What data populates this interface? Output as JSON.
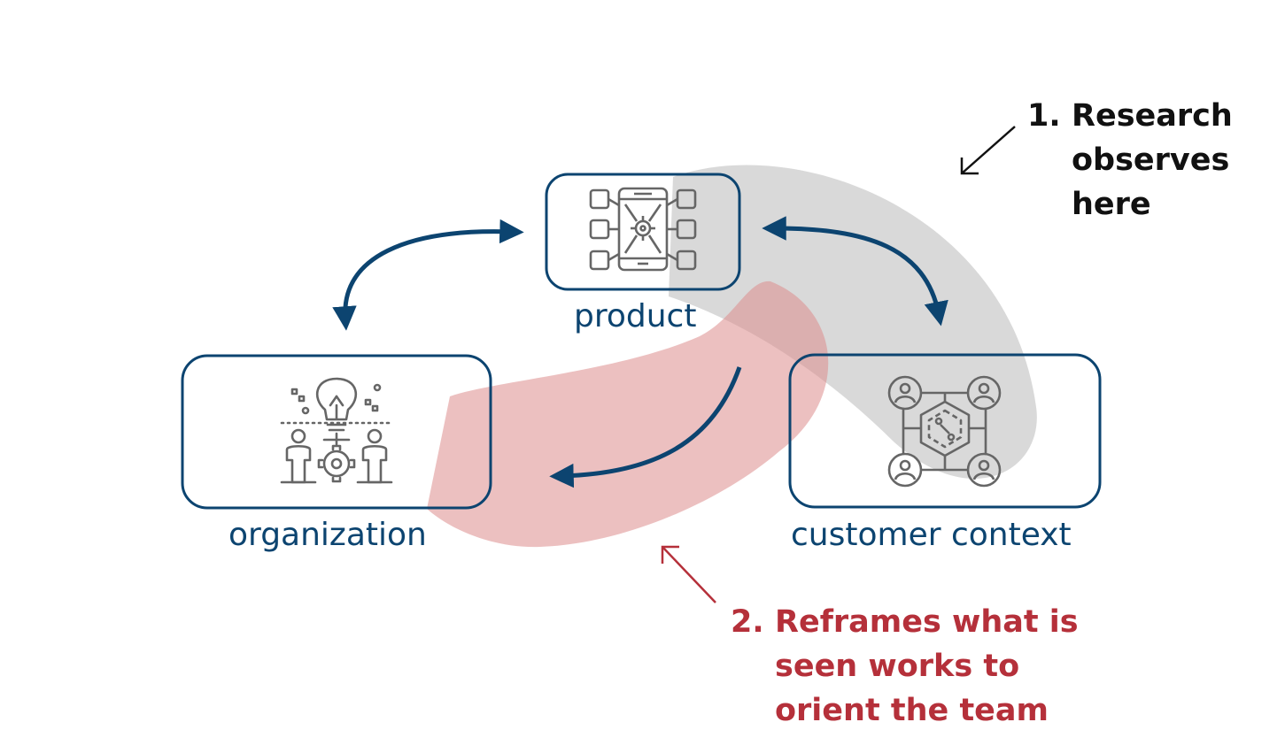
{
  "nodes": {
    "product": {
      "label": "product"
    },
    "organization": {
      "label": "organization"
    },
    "customer": {
      "label": "customer context"
    }
  },
  "callouts": {
    "research": {
      "number": "1.",
      "lines": [
        "Research",
        "observes",
        "here"
      ]
    },
    "reframes": {
      "number": "2.",
      "lines": [
        "Reframes what is",
        "seen works to",
        "orient the team"
      ]
    }
  },
  "colors": {
    "node_border": "#0c4470",
    "arrow": "#0c4470",
    "icon": "#666666",
    "research_band": "#d2d2d2",
    "reframe_band": "#dc8c8c",
    "research_text": "#111111",
    "reframe_text": "#b5303a"
  },
  "icons": {
    "product": "mobile-app-network-icon",
    "organization": "team-idea-gear-icon",
    "customer": "connected-people-hexagon-icon"
  }
}
